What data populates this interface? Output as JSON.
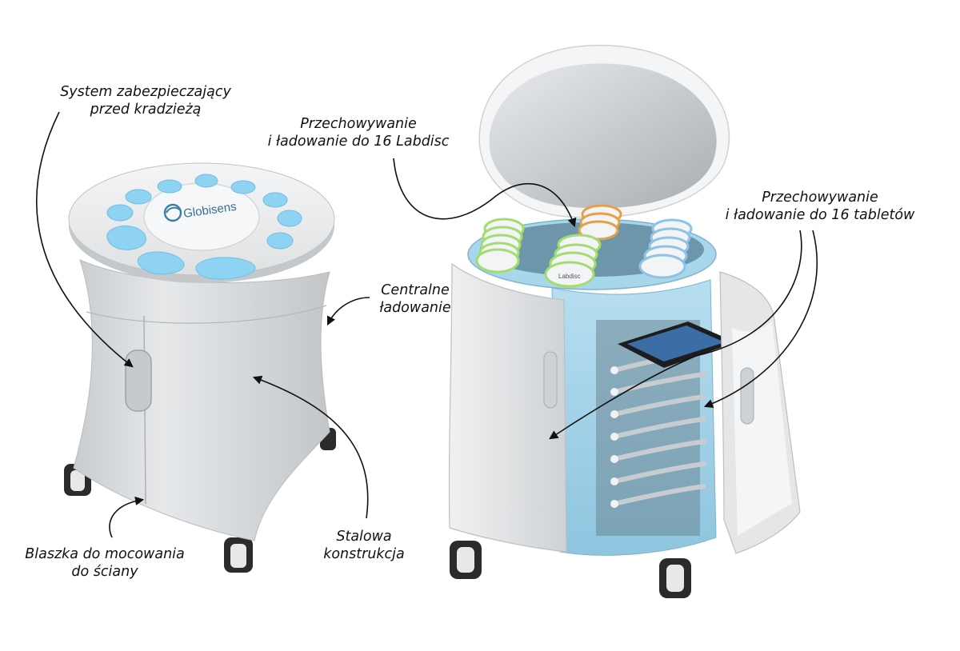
{
  "left_cart": {
    "brand": "Globisens",
    "pad_color": "#8fd3f2",
    "body_color": "#d9dbde"
  },
  "right_cart": {
    "disc_brand": "Labdisc",
    "tray_color": "#a8d6ea",
    "disc_ring_colors": [
      "#a3dc6f",
      "#e3a04a",
      "#8fc3e6"
    ]
  },
  "labels": {
    "anti_theft": [
      "System zabezpieczający",
      "przed kradzieżą"
    ],
    "central_charging": [
      "Centralne",
      "ładowanie"
    ],
    "wall_mount": [
      "Blaszka do mocowania",
      "do ściany"
    ],
    "steel": [
      "Stalowa",
      "konstrukcja"
    ],
    "labdisc_storage": [
      "Przechowywanie",
      "i ładowanie do 16 Labdisc"
    ],
    "tablet_storage": [
      "Przechowywanie",
      "i ładowanie do 16 tabletów"
    ]
  }
}
